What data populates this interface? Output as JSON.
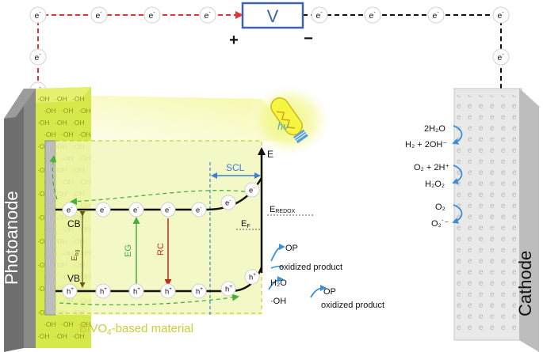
{
  "circuit": {
    "electron": "e",
    "electron_sup": "-",
    "voltmeter": "V",
    "plus": "+",
    "minus": "−"
  },
  "photoanode": {
    "label": "Photoanode",
    "surface_group": "OH"
  },
  "cathode": {
    "label": "Cathode"
  },
  "light": {
    "label": "hν"
  },
  "band": {
    "energy_axis": "E",
    "scl": "SCL",
    "redox_main": "E",
    "redox_sub": "REDOX",
    "fermi_main": "E",
    "fermi_sub": "F",
    "cb": "CB",
    "vb": "VB",
    "eg": "EG",
    "rc": "RC",
    "ebg_main": "E",
    "ebg_sub": "bg",
    "hole": "h",
    "hole_sup": "+",
    "material": "BiVO4-based material",
    "material_main": "BiVO",
    "material_sub": "4",
    "material_rest": "-based material"
  },
  "anode_reactions": {
    "op1": "OP",
    "product1": "oxidized product",
    "water": "H₂O",
    "oh": "·OH",
    "op2": "OP",
    "product2": "oxidized product"
  },
  "cathode_reactions": {
    "r1_top": "2H₂O",
    "r1_bottom": "H₂ + 2OH⁻",
    "r2_top": "O₂ + 2H⁺",
    "r2_bottom": "H₂O₂",
    "r3_top": "O₂",
    "r3_bottom": "O₂˙⁻"
  },
  "colors": {
    "circuit_red": "#e8322d",
    "voltmeter_blue": "#3f63a8",
    "material_fill": "#f0f7b8",
    "material_label": "#c9cf3a",
    "arrow_green": "#4aad3c",
    "arrow_red": "#c8281e",
    "scl_blue": "#3a7fd0",
    "light_yellow": "#f5f542",
    "glow": "#eef56a"
  }
}
